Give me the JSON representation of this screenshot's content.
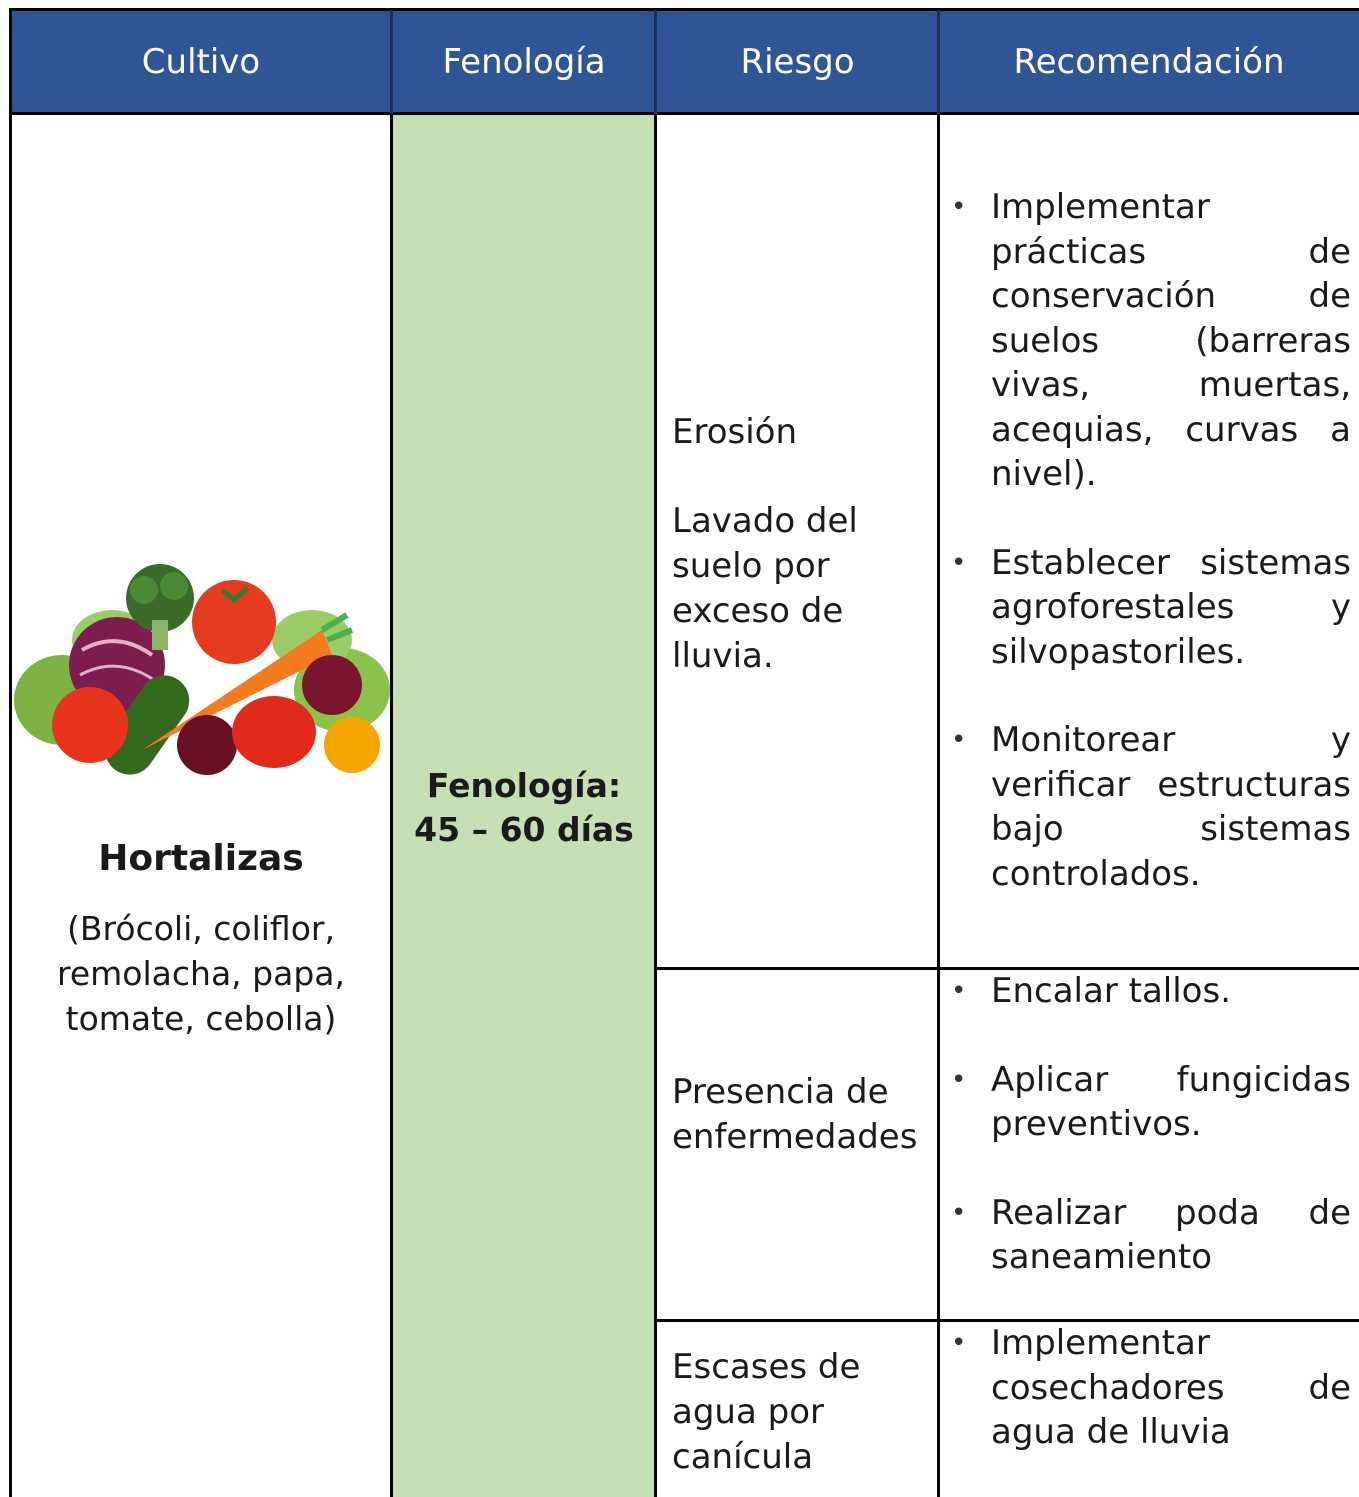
{
  "header": {
    "col1": "Cultivo",
    "col2": "Fenología",
    "col3": "Riesgo",
    "col4": "Recomendación"
  },
  "colors": {
    "header_bg": "#2f5597",
    "phenology_bg": "#c5e0b4"
  },
  "crop": {
    "image": "vegetables-illustration",
    "name": "Hortalizas",
    "examples_line1": "(Brócoli, coliflor,",
    "examples_line2": "remolacha, papa,",
    "examples_line3": "tomate, cebolla)"
  },
  "phenology": {
    "label": "Fenología:",
    "value": "45 – 60 días"
  },
  "rows": [
    {
      "risk_line1": "Erosión",
      "risk_line2": "Lavado del suelo por exceso de lluvia.",
      "recommendations": [
        "Implementar prácticas de conservación de suelos (barreras vivas, muertas, acequias, curvas a nivel).",
        "Establecer sistemas agroforestales y silvopastoriles.",
        "Monitorear y verificar estructuras bajo sistemas controlados."
      ]
    },
    {
      "risk_line1": "Presencia de enfermedades",
      "recommendations": [
        "Encalar tallos.",
        "Aplicar fungicidas preventivos.",
        "Realizar poda de saneamiento"
      ]
    },
    {
      "risk_line1": "Escases de agua por canícula",
      "recommendations": [
        "Implementar cosechadores de agua de lluvia"
      ]
    }
  ]
}
